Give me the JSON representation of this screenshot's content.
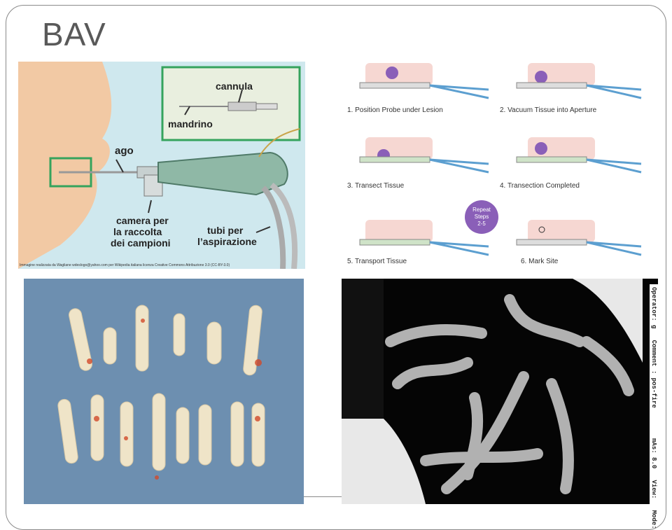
{
  "slide": {
    "title": "BAV"
  },
  "diagram": {
    "labels": {
      "cannula": "cannula",
      "mandrino": "mandrino",
      "ago": "ago",
      "camera_l1": "camera per",
      "camera_l2": "la raccolta",
      "camera_l3": "dei campioni",
      "tubi_l1": "tubi per",
      "tubi_l2": "l’aspirazione"
    },
    "credit": "Immagine realizzata da Wagliane wdeslogo@yahoo.com per Wikipedia italiana licenza Creative Commons Attribuzione 3.0 (CC-BY-3.0)"
  },
  "procedure": {
    "steps": [
      "1. Position Probe under Lesion",
      "2. Vacuum Tissue into Aperture",
      "3. Transect Tissue",
      "4. Transection Completed",
      "5. Transport Tissue",
      "6. Mark Site"
    ],
    "repeat_l1": "Repeat",
    "repeat_l2": "Steps",
    "repeat_l3": "2-5"
  },
  "xray": {
    "side_text": "Operator: g   Comment : pos-fire        mAs: 8.0   View:   Mode:"
  },
  "colors": {
    "skin": "#f2c9a4",
    "sky": "#cfe8ee",
    "device": "#8fb8a6",
    "inset_border": "#35a35d",
    "lesion": "#8a5fb8",
    "cloth": "#6d8fb0",
    "core": "#efe4c8"
  }
}
